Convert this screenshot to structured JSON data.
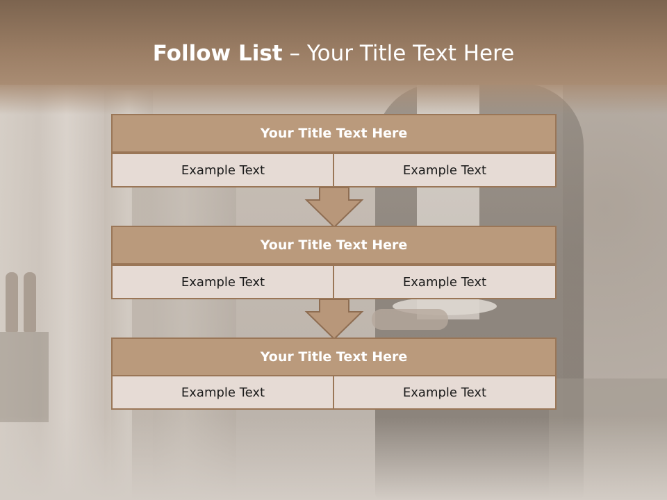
{
  "slide": {
    "title_bold": "Follow List",
    "title_rest": " – Your Title Text Here"
  },
  "steps": [
    {
      "title": "Your Title Text Here",
      "left": "Example Text",
      "right": "Example Text"
    },
    {
      "title": "Your Title Text Here",
      "left": "Example Text",
      "right": "Example Text"
    },
    {
      "title": "Your Title Text Here",
      "left": "Example Text",
      "right": "Example Text"
    }
  ],
  "colors": {
    "header": "#9a7d64",
    "title_box": "#ba9a7c",
    "cell": "#e6dbd5",
    "border": "#9a7657",
    "arrow": "#b8977a"
  }
}
